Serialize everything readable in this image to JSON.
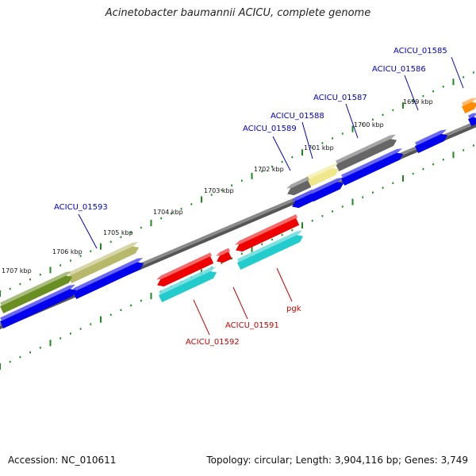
{
  "title": "Acinetobacter baumannii ACICU, complete genome",
  "footer": {
    "accession": "Accession: NC_010611",
    "stats": "Topology: circular; Length: 3,904,116 bp; Genes: 3,749"
  },
  "colors": {
    "forward_gene_label": "#0000cc",
    "reverse_gene_label": "#cc0000",
    "backbone": "#8a8a8a",
    "tick": "#1d8a1d",
    "cds_blue": "#0000ee",
    "cds_red": "#ee0000",
    "cds_cyan": "#22cccc"
  },
  "scale_labels": [
    "1699 kbp",
    "1700 kbp",
    "1701 kbp",
    "1702 kbp",
    "1703 kbp",
    "1704 kbp",
    "1705 kbp",
    "1706 kbp",
    "1707 kbp"
  ],
  "forward_genes": [
    {
      "name": "ACICU_01585",
      "color": "#ff8c00"
    },
    {
      "name": "ACICU_01586",
      "color": "#0000ee"
    },
    {
      "name": "ACICU_01587",
      "color": "#666666"
    },
    {
      "name": "ACICU_01588",
      "color": "#f0e68c"
    },
    {
      "name": "ACICU_01589",
      "color": "#666666"
    },
    {
      "name": "ACICU_01593",
      "color": "#b8b86a"
    }
  ],
  "reverse_genes": [
    {
      "name": "pgk",
      "color": "#ee0000"
    },
    {
      "name": "ACICU_01591",
      "color": "#ee0000"
    },
    {
      "name": "ACICU_01592",
      "color": "#ee0000"
    }
  ],
  "unlabeled_features": [
    {
      "name": "olive feature",
      "color": "#6b8e23"
    }
  ]
}
